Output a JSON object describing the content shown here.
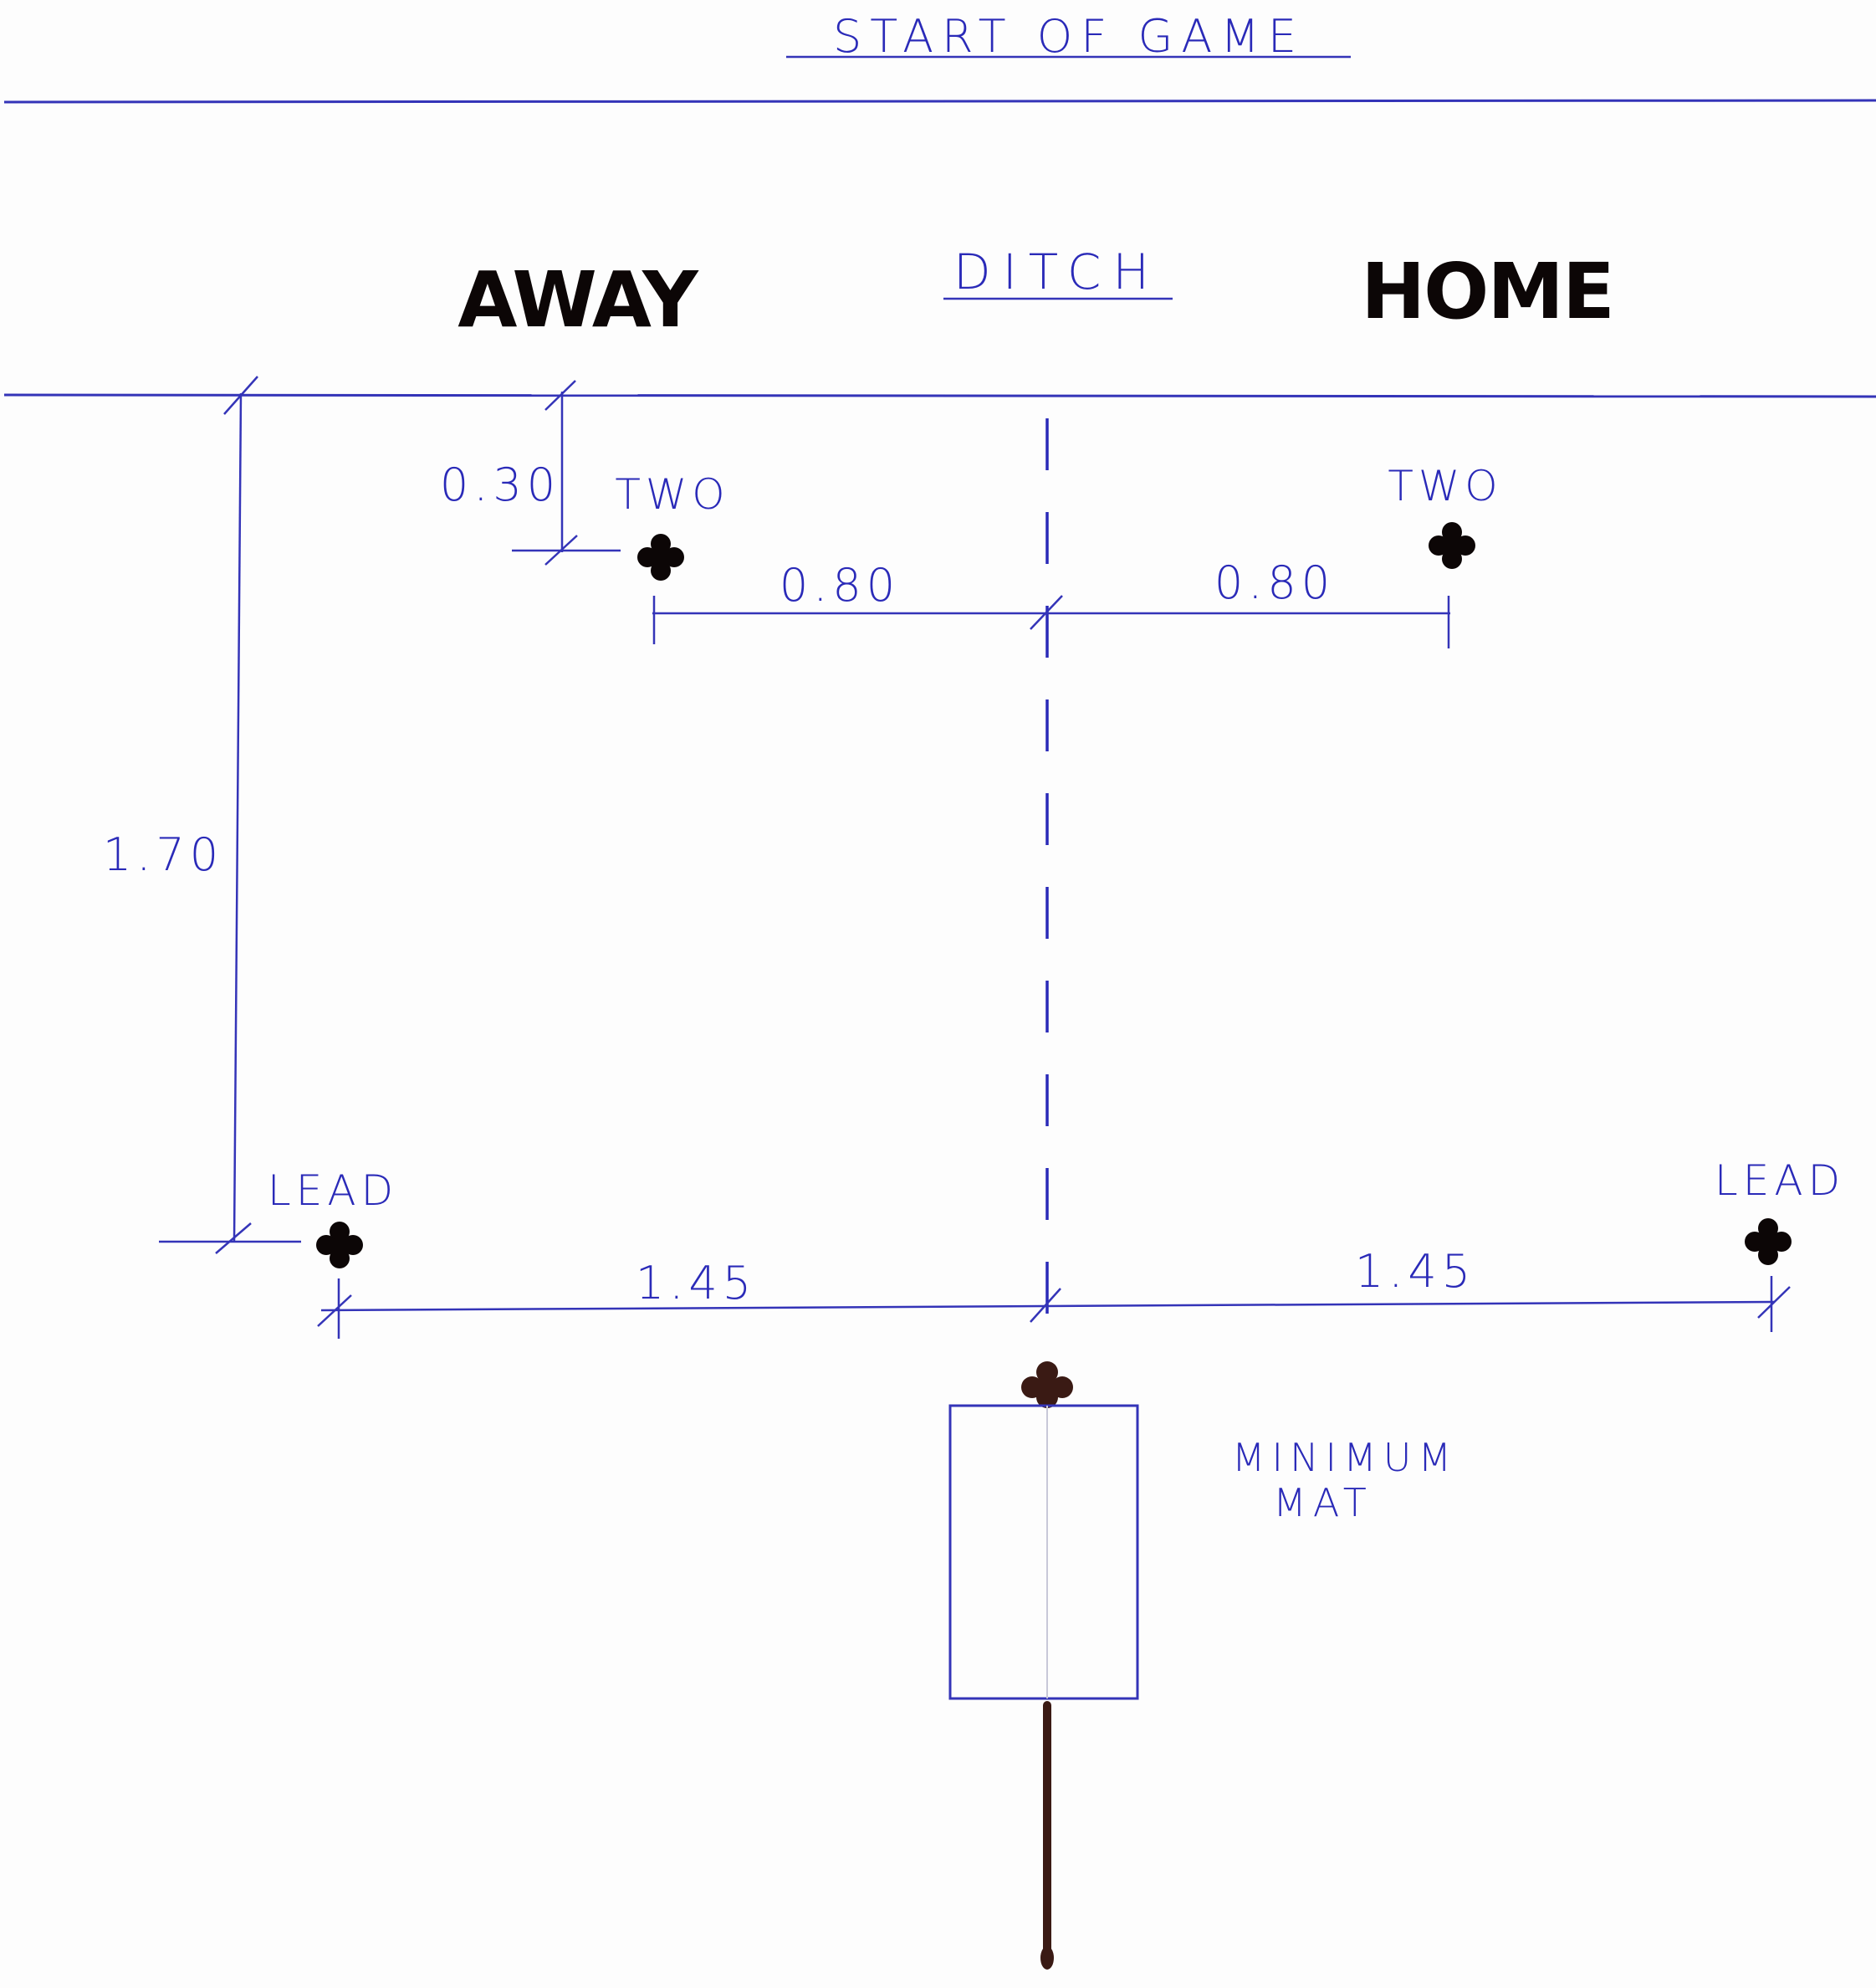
{
  "title": "START OF GAME",
  "ditch_label": "DITCH",
  "teams": {
    "away": "AWAY",
    "home": "HOME"
  },
  "positions": {
    "two_left": "TWO",
    "two_right": "TWO",
    "lead_left": "LEAD",
    "lead_right": "LEAD"
  },
  "dimensions": {
    "two_from_ditch": "0.30",
    "two_left_offset": "0.80",
    "two_right_offset": "0.80",
    "lead_from_ditch": "1.70",
    "lead_left_offset": "1.45",
    "lead_right_offset": "1.45"
  },
  "mat": {
    "line1": "MINIMUM",
    "line2": "MAT"
  },
  "colors": {
    "ink": "#2a2ab8",
    "marker": "#0c0606",
    "jack": "#3a1a14"
  }
}
